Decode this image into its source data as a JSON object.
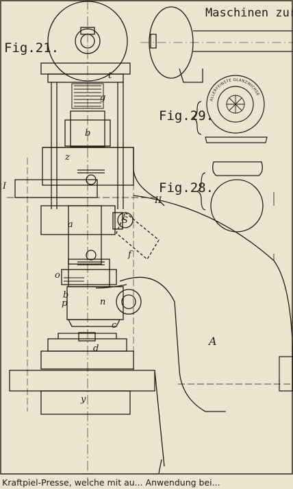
{
  "header": {
    "title": "Maschinen zur"
  },
  "figures": {
    "fig21": "Fig.21.",
    "fig28": "Fig.28.",
    "fig29": "Fig.29."
  },
  "stamp_text": "ALLERFEINSTE GLANZWICHSE",
  "parts": {
    "t": "t",
    "g": "g",
    "b_upper": "b",
    "z": "z",
    "a": "a",
    "s": "S",
    "f": "f",
    "o": "o",
    "b_lower": "b",
    "p": "p",
    "n": "n",
    "c": "c",
    "d": "d",
    "y": "y",
    "A": "A",
    "section_I": "I",
    "section_II": "II"
  },
  "caption": "Kraftpiel-Presse, welche mit au... Anwendung bei..."
}
